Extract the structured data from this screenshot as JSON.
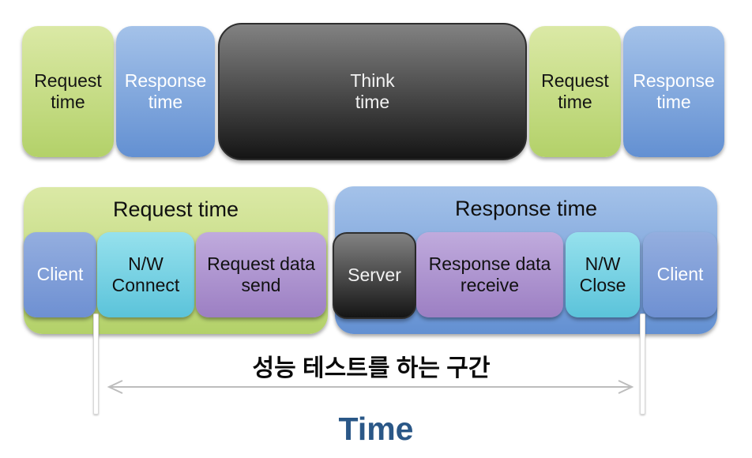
{
  "timeline": {
    "boxes": [
      {
        "label": "Request\ntime",
        "phase": "request",
        "color": "#b3d169"
      },
      {
        "label": "Response\ntime",
        "phase": "response",
        "color": "#6390d2"
      },
      {
        "label": "Think\ntime",
        "phase": "think",
        "color": "#2b2b2b"
      },
      {
        "label": "Request\ntime",
        "phase": "request",
        "color": "#b3d169"
      },
      {
        "label": "Response\ntime",
        "phase": "response",
        "color": "#6390d2"
      }
    ]
  },
  "request_group": {
    "label": "Request time",
    "steps": [
      {
        "label": "Client",
        "color": "#6e90d2"
      },
      {
        "label": "N/W\nConnect",
        "color": "#5bc3da"
      },
      {
        "label": "Request data\nsend",
        "color": "#9c7fc3"
      }
    ]
  },
  "response_group": {
    "label": "Response time",
    "steps": [
      {
        "label": "Server",
        "color": "#2b2b2b"
      },
      {
        "label": "Response data\nreceive",
        "color": "#9c7fc3"
      },
      {
        "label": "N/W\nClose",
        "color": "#5bc3da"
      },
      {
        "label": "Client",
        "color": "#6e90d2"
      }
    ]
  },
  "measurement": {
    "label": "성능 테스트를 하는 구간"
  },
  "axis": {
    "label": "Time",
    "label_color": "#2a5787"
  },
  "palette": {
    "green_top": "#dbe9a6",
    "green_bottom": "#b3d169",
    "blue_top": "#a4c2e9",
    "blue_bottom": "#6390d2",
    "periwinkle_top": "#94aedf",
    "periwinkle_bottom": "#6e90d2",
    "cyan_top": "#96e1ed",
    "cyan_bottom": "#5bc3da",
    "purple_top": "#c0abdd",
    "purple_bottom": "#9c7fc3",
    "dark_top": "#828282",
    "dark_bottom": "#151515",
    "arrow_gray": "#bdbdbd",
    "background": "#ffffff"
  }
}
